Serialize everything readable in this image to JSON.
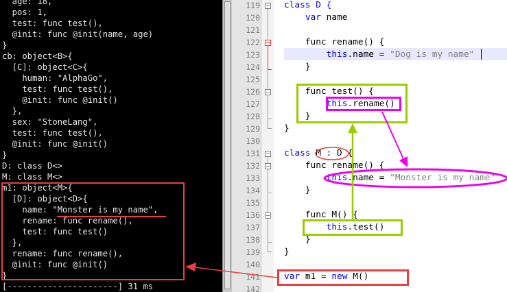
{
  "terminal": {
    "lines": [
      "  age: 18,",
      "  pos: 1,",
      "  test: func test(),",
      "  @init: func @init(name, age)",
      "}",
      "cb: object<B>{",
      "  [C]: object<C>{",
      "    human: \"AlphaGo\",",
      "    test: func test(),",
      "    @init: func @init()",
      "  },",
      "  sex: \"StoneLang\",",
      "  test: func test(),",
      "  @init: func @init()",
      "}",
      "D: class D<>",
      "M: class M<>",
      "m1: object<M>{",
      "  [D]: object<D>{",
      "    name: \"Monster is my name\",",
      "    rename: func rename(),",
      "    test: func test()",
      "  },",
      "  rename: func rename(),",
      "  @init: func @init()",
      "}",
      "[----------------------] 31 ms"
    ]
  },
  "editor": {
    "line_numbers": [
      "119",
      "120",
      "121",
      "122",
      "123",
      "124",
      "125",
      "126",
      "127",
      "128",
      "129",
      "130",
      "131",
      "132",
      "133",
      "134",
      "135",
      "136",
      "137",
      "138",
      "139",
      "140",
      "141",
      "142"
    ],
    "lines": [
      [
        {
          "t": "class D {",
          "c": "k"
        }
      ],
      [
        {
          "t": "    "
        },
        {
          "t": "var",
          "c": "k"
        },
        {
          "t": " name"
        }
      ],
      [
        {
          "t": ""
        }
      ],
      [
        {
          "t": "    func rename() {"
        }
      ],
      [
        {
          "t": "        "
        },
        {
          "t": "this",
          "c": "k"
        },
        {
          "t": ".name = "
        },
        {
          "t": "\"Dog is my name\"",
          "c": "s"
        }
      ],
      [
        {
          "t": "    }"
        }
      ],
      [
        {
          "t": ""
        }
      ],
      [
        {
          "t": "    func test() {"
        }
      ],
      [
        {
          "t": "        "
        },
        {
          "t": "this",
          "c": "k"
        },
        {
          "t": ".rename()"
        }
      ],
      [
        {
          "t": "    }"
        }
      ],
      [
        {
          "t": "}"
        }
      ],
      [
        {
          "t": ""
        }
      ],
      [
        {
          "t": "class",
          "c": "k"
        },
        {
          "t": " M : D {"
        }
      ],
      [
        {
          "t": "    func rename() {"
        }
      ],
      [
        {
          "t": "        "
        },
        {
          "t": "this",
          "c": "k"
        },
        {
          "t": ".name = "
        },
        {
          "t": "\"Monster is my name\"",
          "c": "s"
        }
      ],
      [
        {
          "t": "    }"
        }
      ],
      [
        {
          "t": ""
        }
      ],
      [
        {
          "t": "    func M() {"
        }
      ],
      [
        {
          "t": "        "
        },
        {
          "t": "this",
          "c": "k"
        },
        {
          "t": ".test()"
        }
      ],
      [
        {
          "t": "    }"
        }
      ],
      [
        {
          "t": "}"
        }
      ],
      [
        {
          "t": ""
        }
      ],
      [
        {
          "t": "var",
          "c": "k"
        },
        {
          "t": " m1 = "
        },
        {
          "t": "new",
          "c": "k"
        },
        {
          "t": " M()"
        }
      ],
      [
        {
          "t": ""
        }
      ]
    ]
  },
  "colors": {
    "keyword": "#0000e6",
    "string": "#808080",
    "annotation_red": "#e84040",
    "annotation_green": "#99cc00",
    "annotation_magenta": "#ee00ee",
    "terminal_bg": "#000000",
    "terminal_text": "#e6e6e6"
  }
}
